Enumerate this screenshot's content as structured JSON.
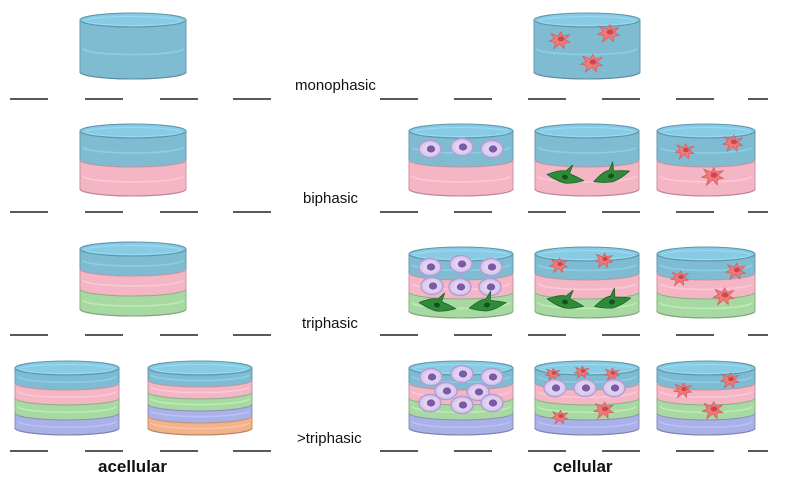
{
  "labels": {
    "monophasic": "monophasic",
    "biphasic": "biphasic",
    "triphasic": "triphasic",
    "multiphasic": ">triphasic",
    "acellular": "acellular",
    "cellular": "cellular"
  },
  "colors": {
    "blue_layer": "#7fbcd2",
    "pink_layer": "#f4b6c4",
    "green_layer": "#a9d9a3",
    "violet_layer": "#a9b1e6",
    "orange_layer": "#f2b28c",
    "vessel_rim": "#5c97ad",
    "round_cell": "#b59ad6",
    "spindle_cell": "#2f8a3a",
    "star_cell": "#ef7a7a",
    "baseline": "#222222"
  }
}
